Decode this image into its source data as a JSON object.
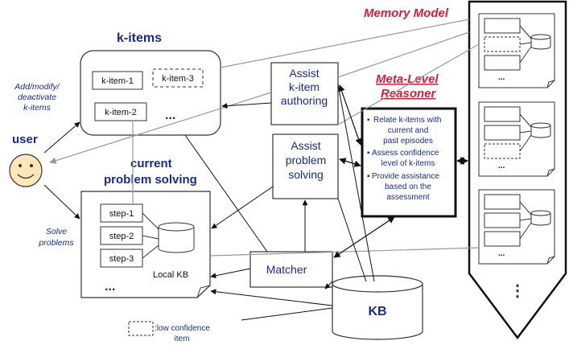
{
  "labels": {
    "memory_model": "Memory Model",
    "meta_level_line1": "Meta-Level",
    "meta_level_line2": "Reasoner",
    "k_items_title": "k-items",
    "item1": "k-item-1",
    "item2": "k-item-2",
    "item3": "k-item-3",
    "ellipsis_h": "...",
    "ellipsis_v": "⋮",
    "user": "user",
    "add_line1": "Add/modify/",
    "add_line2": "deactivate",
    "add_line3": "k-items",
    "solve_line1": "Solve",
    "solve_line2": "problems",
    "current_line1": "current",
    "current_line2": "problem solving",
    "step1": "step-1",
    "step2": "step-2",
    "step3": "step-3",
    "local_kb": "Local KB",
    "assist_auth_line1": "Assist",
    "assist_auth_line2": "k-item",
    "assist_auth_line3": "authoring",
    "assist_ps_line1": "Assist",
    "assist_ps_line2": "problem",
    "assist_ps_line3": "solving",
    "matcher": "Matcher",
    "kb": "KB",
    "bullets": [
      [
        "Relate k-items with",
        "current and",
        "past episodes"
      ],
      [
        "Assess confidence",
        "level of k-items"
      ],
      [
        "Provide assistance",
        "based on the",
        "assessment"
      ]
    ],
    "legend_line1": ":low confidence",
    "legend_line2": "item"
  },
  "colors": {
    "title_blue": "#1a2a8a",
    "accent_red": "#d61f3a",
    "line_gray": "#999999",
    "face_fill": "#fde7b8"
  }
}
